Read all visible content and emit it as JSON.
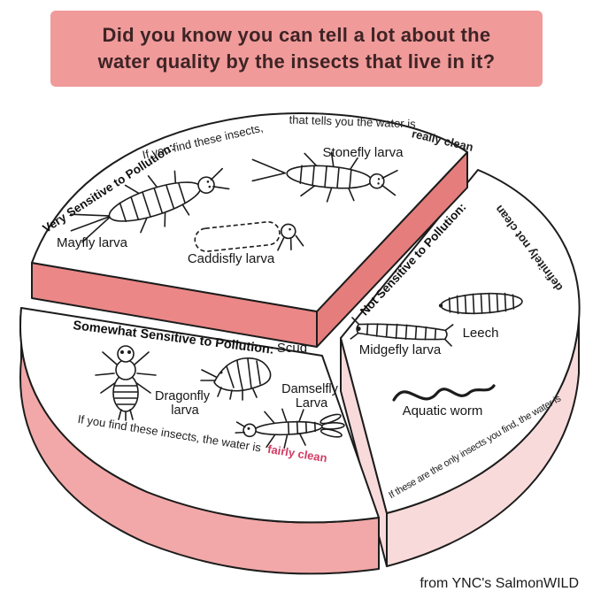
{
  "banner": {
    "line1": "Did you know you can tell a lot about the",
    "line2": "water quality by the insects that live in it?"
  },
  "slices": {
    "very_sensitive": {
      "heading": "Very Sensitive to Pollution:",
      "caption_part1": "If you find these insects,",
      "caption_part2": "that tells you the water is",
      "caption_highlight": "really clean",
      "labels": {
        "mayfly": "Mayfly larva",
        "stonefly": "Stonefly larva",
        "caddisfly": "Caddisfly larva"
      }
    },
    "somewhat_sensitive": {
      "heading": "Somewhat Sensitive to Pollution:",
      "caption": "If you find these insects, the water is",
      "caption_highlight": "fairly clean",
      "labels": {
        "dragonfly_line1": "Dragonfly",
        "dragonfly_line2": "larva",
        "scud": "Scud",
        "damselfly_line1": "Damselfly",
        "damselfly_line2": "Larva"
      }
    },
    "not_sensitive": {
      "heading": "Not Sensitive to Pollution:",
      "caption": "If these are the only insects you find, the water is",
      "caption_highlight": "definitely not clean",
      "labels": {
        "midgefly": "Midgefly larva",
        "leech": "Leech",
        "aquatic_worm": "Aquatic worm"
      }
    }
  },
  "footer": {
    "credit": "from YNC's SalmonWILD"
  },
  "colors": {
    "banner_bg": "#f09a9a",
    "accent_red": "#d23b63",
    "slice_top": "#ffffff",
    "very_sensitive_side": "#eb8787",
    "very_sensitive_side_dark": "#e57d7d",
    "somewhat_sensitive_side": "#f2a8a8",
    "not_sensitive_side": "#f9dada",
    "outline": "#1c1c1c"
  }
}
